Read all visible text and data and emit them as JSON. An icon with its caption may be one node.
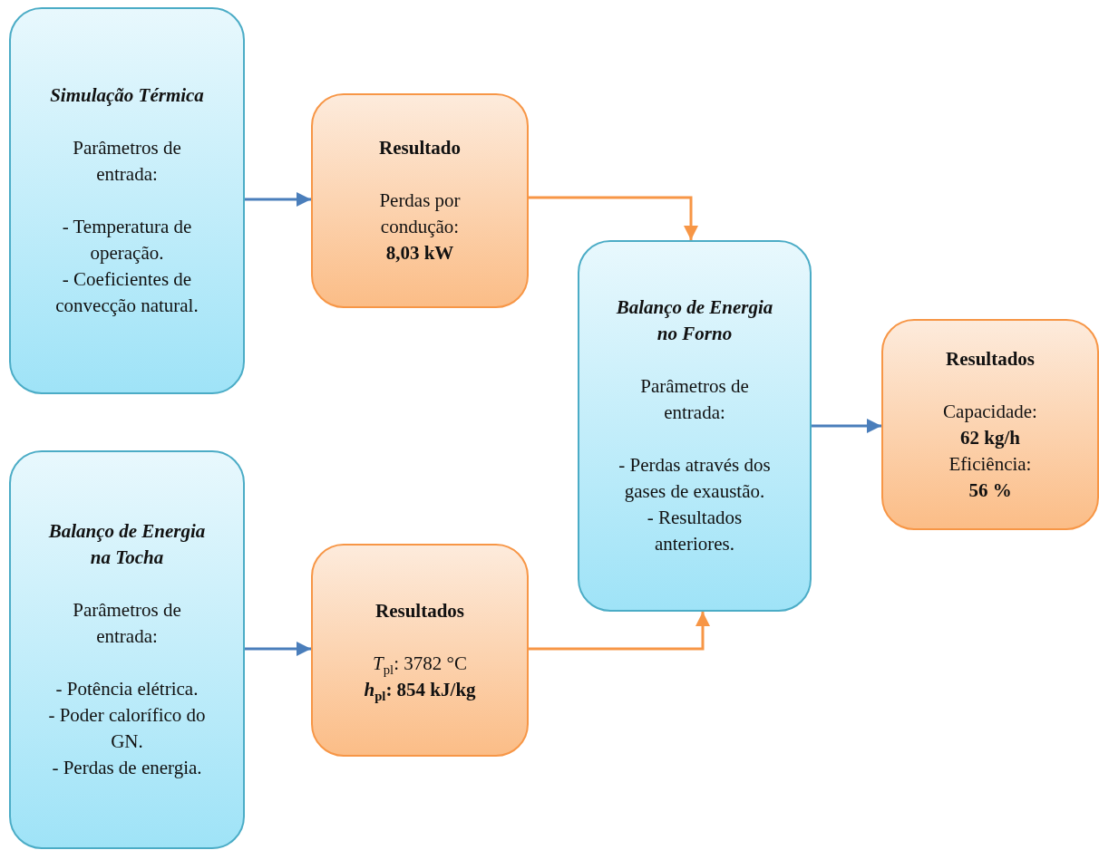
{
  "diagram": {
    "nodes": [
      {
        "text": [
          "Simulação Térmica",
          "Parâmetros de entrada:",
          "- Temperatura de operação.",
          "- Coeficientes de convecção natural."
        ]
      },
      {
        "text": [
          "Resultado",
          "Perdas por condução:",
          "8,03 kW"
        ]
      },
      {
        "text": [
          "Balanço de Energia na Tocha",
          "Parâmetros de entrada:",
          "- Potência elétrica.",
          "- Poder calorífico do GN.",
          "- Perdas de energia."
        ]
      },
      {
        "text": [
          "Resultados",
          "*T*$_{pl}$: 3782 °C",
          "*h*$_{pl}$: 854 kJ/kg"
        ]
      },
      {
        "text": [
          "Balanço de Energia no Forno",
          "Parâmetros de entrada:",
          "- Perdas através dos gases de exaustão.",
          "- Resultados anteriores."
        ]
      },
      {
        "text": [
          "Resultados",
          "Capacidade:",
          "62 kg/h",
          "Eficiência:",
          "56 %"
        ]
      }
    ],
    "edges": [
      {
        "from": 0,
        "to": 1,
        "arrow": "to"
      },
      {
        "from": 1,
        "to": 4,
        "arrow": "to",
        "color": "#f79646"
      },
      {
        "from": 2,
        "to": 3,
        "arrow": "to"
      },
      {
        "from": 3,
        "to": 4,
        "arrow": "to",
        "color": "#f79646"
      },
      {
        "from": 4,
        "to": 5,
        "arrow": "to"
      }
    ]
  }
}
